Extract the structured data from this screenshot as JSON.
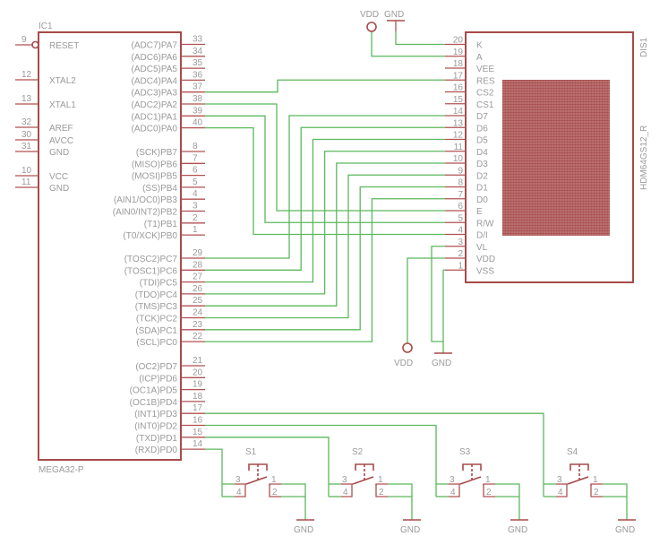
{
  "ic1": {
    "name": "IC1",
    "part": "MEGA32-P",
    "left_pins": [
      {
        "num": "9",
        "label": "RESET"
      },
      {
        "num": "12",
        "label": "XTAL2"
      },
      {
        "num": "13",
        "label": "XTAL1"
      },
      {
        "num": "32",
        "label": "AREF"
      },
      {
        "num": "30",
        "label": "AVCC"
      },
      {
        "num": "31",
        "label": "GND"
      },
      {
        "num": "10",
        "label": "VCC"
      },
      {
        "num": "11",
        "label": "GND"
      }
    ],
    "right_pins": [
      {
        "num": "33",
        "label": "(ADC7)PA7"
      },
      {
        "num": "34",
        "label": "(ADC6)PA6"
      },
      {
        "num": "35",
        "label": "(ADC5)PA5"
      },
      {
        "num": "36",
        "label": "(ADC4)PA4"
      },
      {
        "num": "37",
        "label": "(ADC3)PA3"
      },
      {
        "num": "38",
        "label": "(ADC2)PA2"
      },
      {
        "num": "39",
        "label": "(ADC1)PA1"
      },
      {
        "num": "40",
        "label": "(ADC0)PA0"
      },
      {
        "num": "8",
        "label": "(SCK)PB7"
      },
      {
        "num": "7",
        "label": "(MISO)PB6"
      },
      {
        "num": "6",
        "label": "(MOSI)PB5"
      },
      {
        "num": "5",
        "label": "(SS)PB4"
      },
      {
        "num": "4",
        "label": "(AIN1/OC0)PB3"
      },
      {
        "num": "3",
        "label": "(AIN0/INT2)PB2"
      },
      {
        "num": "2",
        "label": "(T1)PB1"
      },
      {
        "num": "1",
        "label": "(T0/XCK)PB0"
      },
      {
        "num": "29",
        "label": "(TOSC2)PC7"
      },
      {
        "num": "28",
        "label": "(TOSC1)PC6"
      },
      {
        "num": "27",
        "label": "(TDI)PC5"
      },
      {
        "num": "26",
        "label": "(TDO)PC4"
      },
      {
        "num": "25",
        "label": "(TMS)PC3"
      },
      {
        "num": "24",
        "label": "(TCK)PC2"
      },
      {
        "num": "23",
        "label": "(SDA)PC1"
      },
      {
        "num": "22",
        "label": "(SCL)PC0"
      },
      {
        "num": "21",
        "label": "(OC2)PD7"
      },
      {
        "num": "20",
        "label": "(ICP)PD6"
      },
      {
        "num": "19",
        "label": "(OC1A)PD5"
      },
      {
        "num": "18",
        "label": "(OC1B)PD4"
      },
      {
        "num": "17",
        "label": "(INT1)PD3"
      },
      {
        "num": "16",
        "label": "(INT0)PD2"
      },
      {
        "num": "15",
        "label": "(TXD)PD1"
      },
      {
        "num": "14",
        "label": "(RXD)PD0"
      }
    ]
  },
  "lcd": {
    "name": "DIS1",
    "part": "HDM64GS12_R",
    "pins": [
      {
        "num": "20",
        "label": "K"
      },
      {
        "num": "19",
        "label": "A"
      },
      {
        "num": "18",
        "label": "VEE"
      },
      {
        "num": "17",
        "label": "RES"
      },
      {
        "num": "16",
        "label": "CS2"
      },
      {
        "num": "15",
        "label": "CS1"
      },
      {
        "num": "14",
        "label": "D7"
      },
      {
        "num": "13",
        "label": "D6"
      },
      {
        "num": "12",
        "label": "D5"
      },
      {
        "num": "11",
        "label": "D4"
      },
      {
        "num": "10",
        "label": "D3"
      },
      {
        "num": "9",
        "label": "D2"
      },
      {
        "num": "8",
        "label": "D1"
      },
      {
        "num": "7",
        "label": "D0"
      },
      {
        "num": "6",
        "label": "E"
      },
      {
        "num": "5",
        "label": "R/W"
      },
      {
        "num": "4",
        "label": "D/I"
      },
      {
        "num": "3",
        "label": "VL"
      },
      {
        "num": "2",
        "label": "VDD"
      },
      {
        "num": "1",
        "label": "VSS"
      }
    ]
  },
  "power": {
    "vdd_top": "VDD",
    "gnd_top": "GND",
    "vdd_bottom": "VDD",
    "gnd_bottom": "GND"
  },
  "switches": [
    {
      "name": "S1",
      "pins": [
        "1",
        "2",
        "3",
        "4"
      ],
      "gnd": "GND"
    },
    {
      "name": "S2",
      "pins": [
        "1",
        "2",
        "3",
        "4"
      ],
      "gnd": "GND"
    },
    {
      "name": "S3",
      "pins": [
        "1",
        "2",
        "3",
        "4"
      ],
      "gnd": "GND"
    },
    {
      "name": "S4",
      "pins": [
        "1",
        "2",
        "3",
        "4"
      ],
      "gnd": "GND"
    }
  ],
  "colors": {
    "part": "#a84a4a",
    "wire": "#5cb85c",
    "text": "#9a9a9a"
  }
}
